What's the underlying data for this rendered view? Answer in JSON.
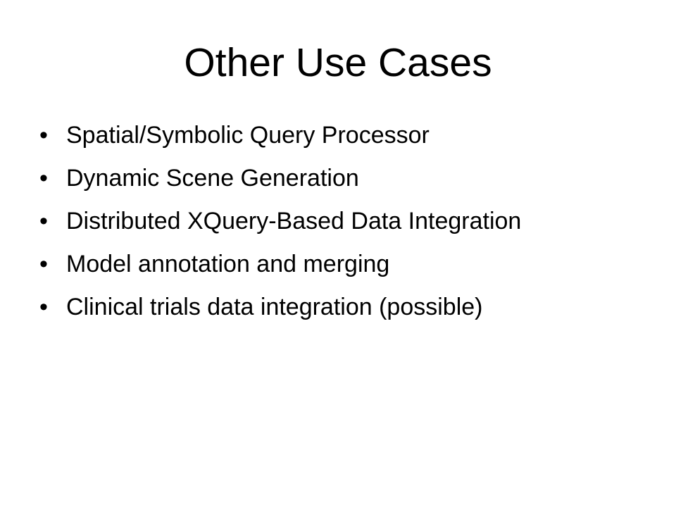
{
  "slide": {
    "title": "Other Use Cases",
    "bullet_symbol": "•",
    "bullets": [
      "Spatial/Symbolic Query Processor",
      "Dynamic Scene Generation",
      "Distributed XQuery-Based Data Integration",
      "Model annotation and merging",
      "Clinical trials data integration (possible)"
    ]
  }
}
